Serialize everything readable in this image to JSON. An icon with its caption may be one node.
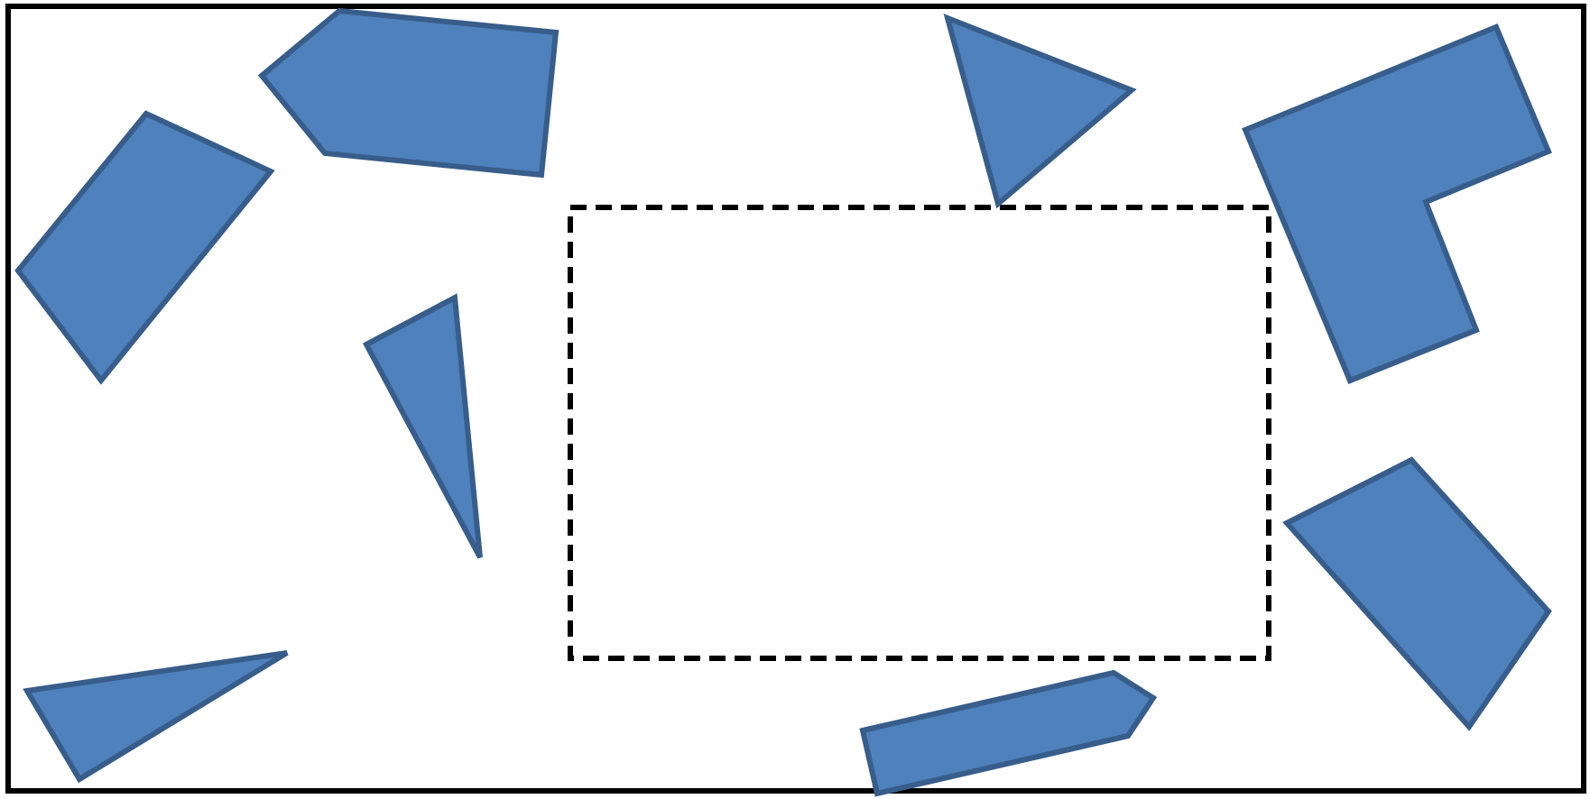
{
  "diagram": {
    "nodes": [
      {
        "text": [],
        "shape": "quadrilateral"
      },
      {
        "text": [],
        "shape": "triangle"
      },
      {
        "text": [],
        "shape": "pentagon"
      },
      {
        "text": [],
        "shape": "triangle"
      },
      {
        "text": [],
        "shape": "box"
      },
      {
        "text": [],
        "shape": "pentagon"
      },
      {
        "text": [],
        "shape": "triangle"
      },
      {
        "text": [],
        "shape": "polygon"
      },
      {
        "text": [],
        "shape": "quadrilateral"
      }
    ]
  }
}
